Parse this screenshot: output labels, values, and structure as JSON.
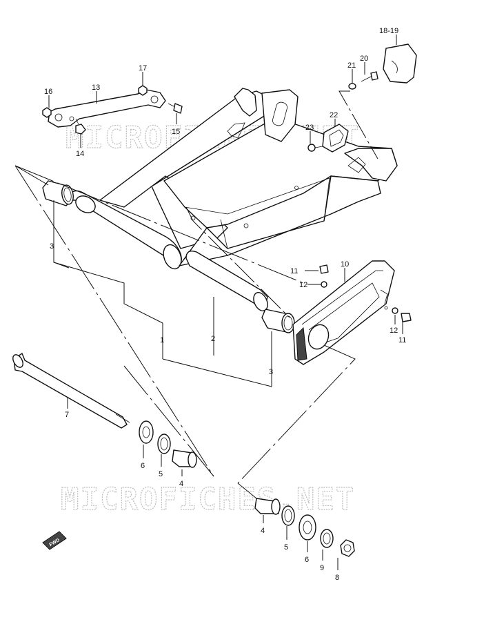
{
  "watermark": {
    "text": "MICROFICHES.NET"
  },
  "fwd_badge": {
    "text": "FWD"
  },
  "callouts": [
    {
      "id": "c-18-19",
      "text": "18-19"
    },
    {
      "id": "c-20",
      "text": "20"
    },
    {
      "id": "c-21",
      "text": "21"
    },
    {
      "id": "c-22",
      "text": "22"
    },
    {
      "id": "c-23",
      "text": "23"
    },
    {
      "id": "c-17",
      "text": "17"
    },
    {
      "id": "c-16",
      "text": "16"
    },
    {
      "id": "c-13",
      "text": "13"
    },
    {
      "id": "c-15",
      "text": "15"
    },
    {
      "id": "c-14",
      "text": "14"
    },
    {
      "id": "c-3a",
      "text": "3"
    },
    {
      "id": "c-11a",
      "text": "11"
    },
    {
      "id": "c-10",
      "text": "10"
    },
    {
      "id": "c-12a",
      "text": "12"
    },
    {
      "id": "c-12b",
      "text": "12"
    },
    {
      "id": "c-11b",
      "text": "11"
    },
    {
      "id": "c-1",
      "text": "1"
    },
    {
      "id": "c-2",
      "text": "2"
    },
    {
      "id": "c-3b",
      "text": "3"
    },
    {
      "id": "c-7",
      "text": "7"
    },
    {
      "id": "c-6a",
      "text": "6"
    },
    {
      "id": "c-5a",
      "text": "5"
    },
    {
      "id": "c-4a",
      "text": "4"
    },
    {
      "id": "c-4b",
      "text": "4"
    },
    {
      "id": "c-5b",
      "text": "5"
    },
    {
      "id": "c-6b",
      "text": "6"
    },
    {
      "id": "c-9",
      "text": "9"
    },
    {
      "id": "c-8",
      "text": "8"
    }
  ]
}
